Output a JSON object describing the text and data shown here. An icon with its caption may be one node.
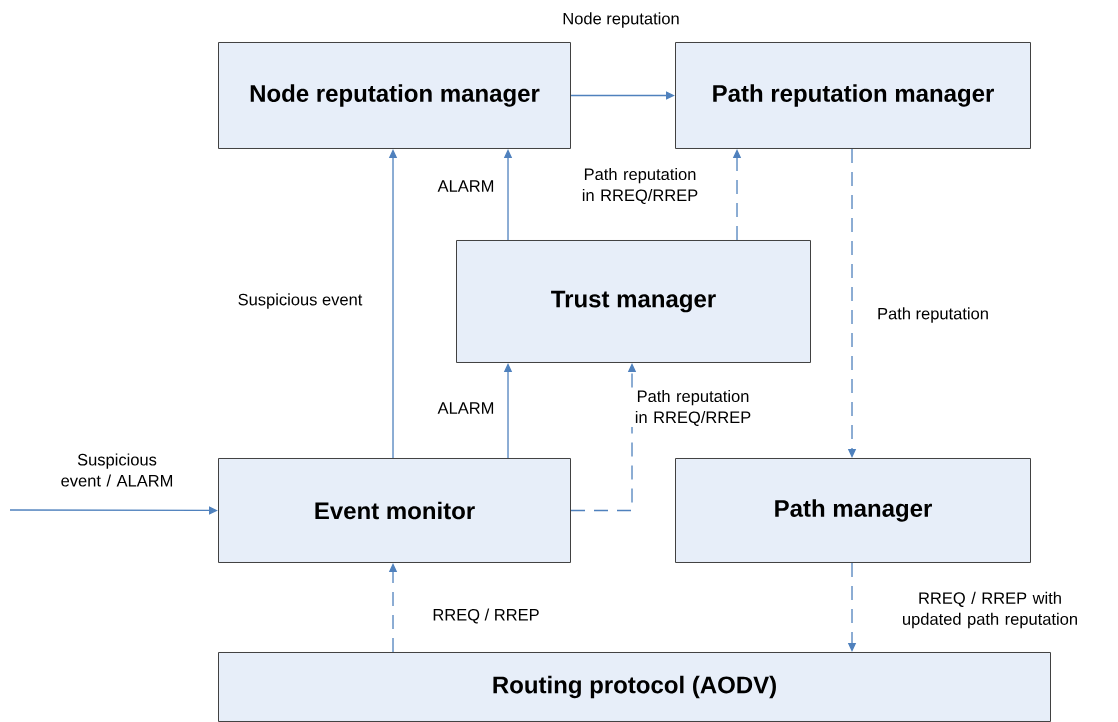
{
  "diagram": {
    "nodes": [
      {
        "text": [
          "Node reputation manager"
        ]
      },
      {
        "text": [
          "Path reputation manager"
        ]
      },
      {
        "text": [
          "Trust manager"
        ]
      },
      {
        "text": [
          "Event monitor"
        ]
      },
      {
        "text": [
          "Path manager"
        ]
      },
      {
        "text": [
          "Routing protocol (AODV)"
        ]
      }
    ],
    "edges": [
      {
        "from": 0,
        "to": 1,
        "arrow": "to",
        "label": "Node reputation"
      },
      {
        "from": 3,
        "to": 0,
        "arrow": "to",
        "label": "Suspicious event"
      },
      {
        "from": 2,
        "to": 0,
        "arrow": "to",
        "label": "ALARM"
      },
      {
        "from": 2,
        "to": 1,
        "arrow": "to",
        "style": "dashed",
        "label": "Path reputation in RREQ/RREP"
      },
      {
        "from": 1,
        "to": 4,
        "arrow": "to",
        "style": "dashed",
        "label": "Path reputation"
      },
      {
        "from": 3,
        "to": 2,
        "arrow": "to",
        "label": "ALARM"
      },
      {
        "from": 3,
        "to": 2,
        "arrow": "to",
        "style": "dashed",
        "label": "Path reputation in RREQ/RREP"
      },
      {
        "from": null,
        "to": 3,
        "arrow": "to",
        "label": "Suspicious event / ALARM"
      },
      {
        "from": 5,
        "to": 3,
        "arrow": "to",
        "style": "dashed",
        "label": "RREQ / RREP"
      },
      {
        "from": 4,
        "to": 5,
        "arrow": "to",
        "style": "dashed",
        "label": "RREQ / RREP with updated path reputation"
      }
    ]
  }
}
